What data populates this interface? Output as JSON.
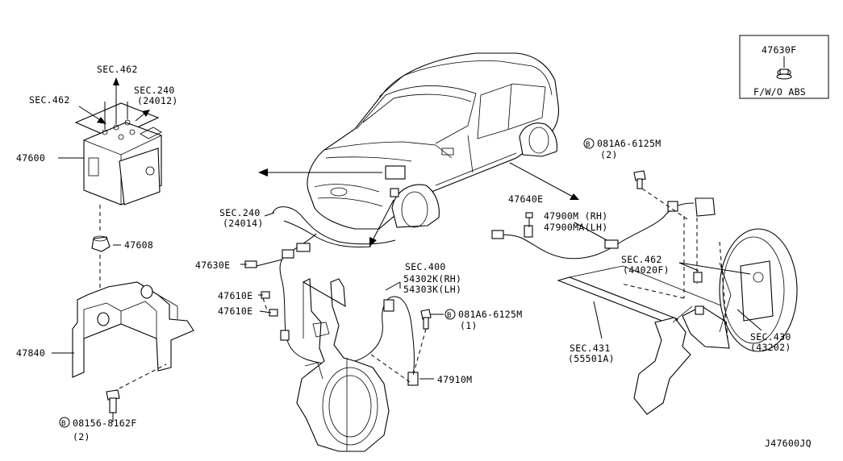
{
  "diagram_code": "J47600JQ",
  "inset": {
    "part_no": "47630F",
    "note": "F/W/O ABS"
  },
  "labels": {
    "sec462_top": "SEC.462",
    "sec462_left": "SEC.462",
    "sec240_a": "SEC.240",
    "sec240_a_ref": "(24012)",
    "p47600": "47600",
    "p47608": "47608",
    "p47840": "47840",
    "bolt_b_a": "B",
    "bolt_a_no": "08156-8162F",
    "bolt_a_qty": "(2)",
    "sec240_b": "SEC.240",
    "sec240_b_ref": "(24014)",
    "p47630e": "47630E",
    "p47610e_1": "47610E",
    "p47610e_2": "47610E",
    "sec400": "SEC.400",
    "p54302k": "54302K(RH)",
    "p54303k": "54303K(LH)",
    "bolt_b_b": "B",
    "bolt_b_no": "081A6-6125M",
    "bolt_b_qty": "(1)",
    "p47910m": "47910M",
    "bolt_b_c": "B",
    "bolt_c_no": "081A6-6125M",
    "bolt_c_qty": "(2)",
    "p47640e": "47640E",
    "p47900m": "47900M (RH)",
    "p47900ma": "47900MA(LH)",
    "sec462_right": "SEC.462",
    "sec462_right_ref": "(44020F)",
    "sec431": "SEC.431",
    "sec431_ref": "(55501A)",
    "sec430": "SEC.430",
    "sec430_ref": "(43202)"
  }
}
